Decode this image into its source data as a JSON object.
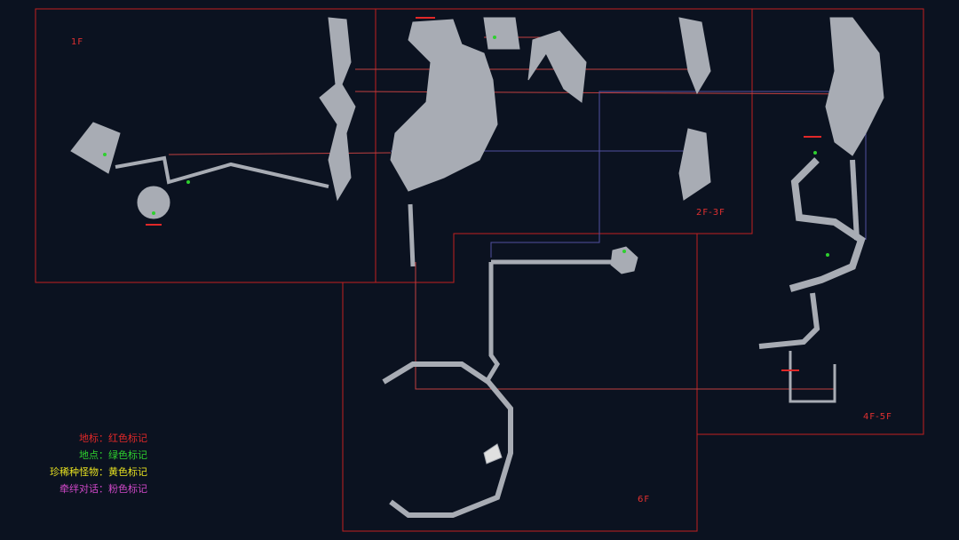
{
  "floors": [
    "1F",
    "2F-3F",
    "4F-5F",
    "6F"
  ],
  "legend": [
    {
      "label": "地标：红色标记",
      "color": "#e02828"
    },
    {
      "label": "地点：绿色标记",
      "color": "#2ed02e"
    },
    {
      "label": "珍稀种怪物：黄色标记",
      "color": "#e6e020"
    },
    {
      "label": "牵绊对话：粉色标记",
      "color": "#d048c8"
    }
  ],
  "colors": {
    "background": "#0b1220",
    "frame": "#c02020",
    "terrain": "#a8acb4",
    "link_red": "#c04040",
    "link_blue": "#5050a0"
  }
}
